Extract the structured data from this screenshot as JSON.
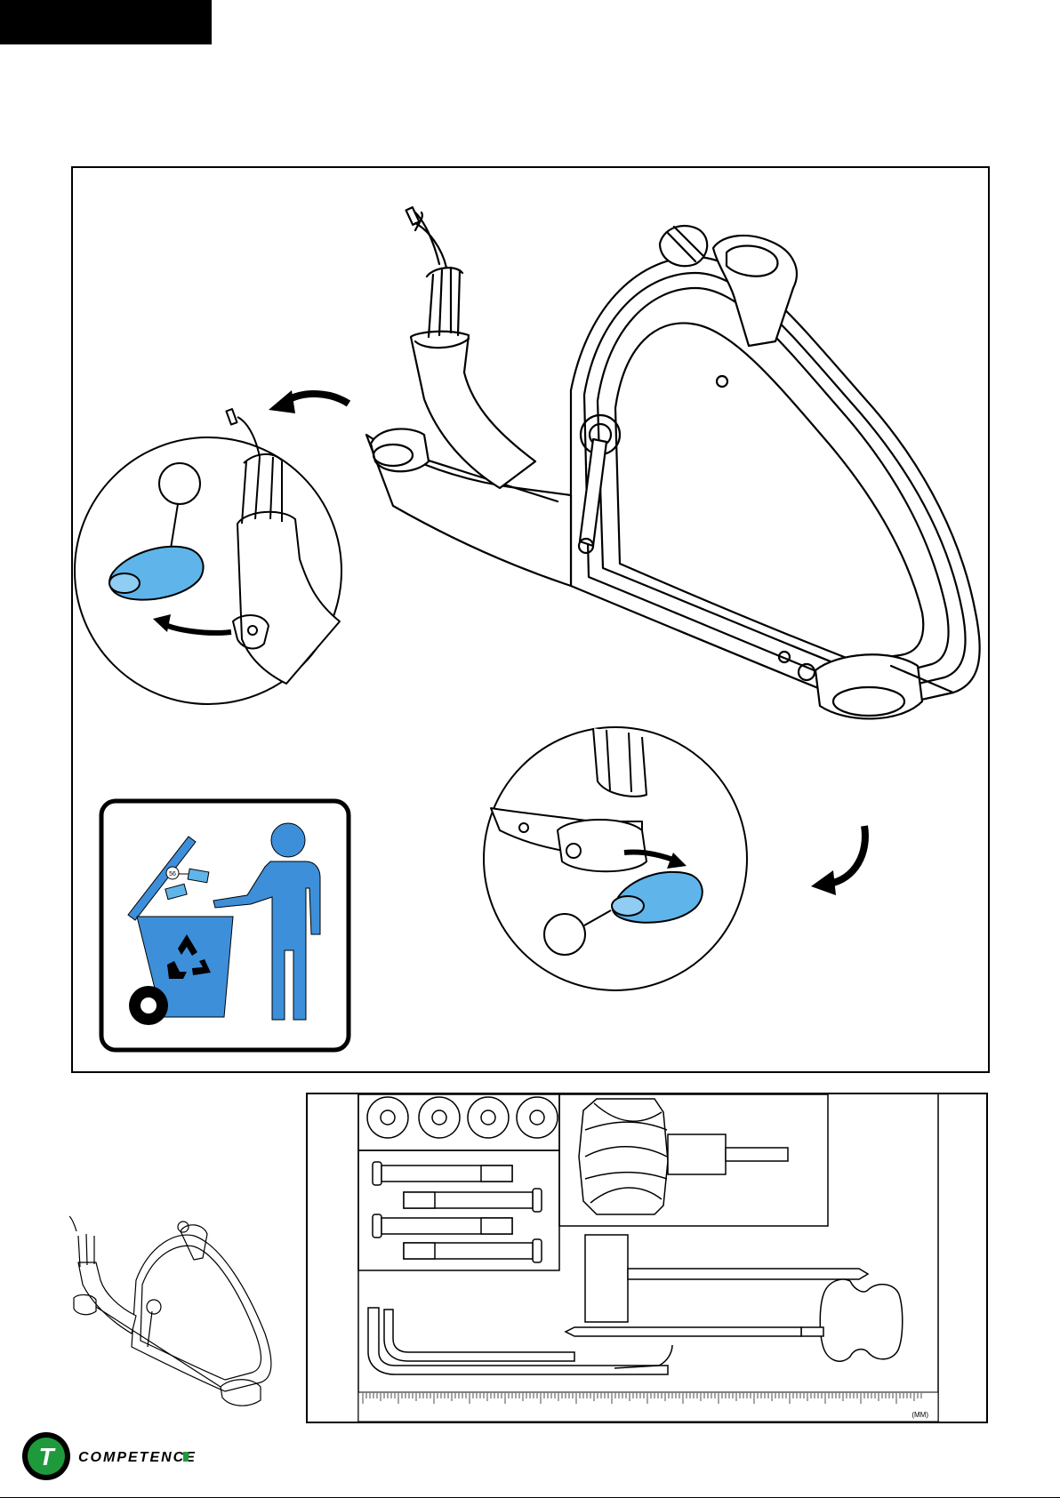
{
  "brand": {
    "logo_letter": "T",
    "name": "COMPETENCE",
    "colors": {
      "ring": "#000000",
      "fill": "#1e9a3c",
      "accent": "#1e9a3c"
    }
  },
  "illustration": {
    "accent_color": "#5fb4ea",
    "bin_color": "#3e8fd9",
    "icons": [
      "exercise-bike",
      "transport-cap",
      "recycle-bin",
      "person",
      "curved-arrow"
    ],
    "callouts": [
      "",
      ""
    ],
    "bin_label": "56"
  },
  "parts_panel": {
    "icons": [
      "washer",
      "bolt",
      "knob",
      "allen-key",
      "screwdriver",
      "wrench",
      "ruler"
    ],
    "ruler_unit": "(MM)"
  }
}
